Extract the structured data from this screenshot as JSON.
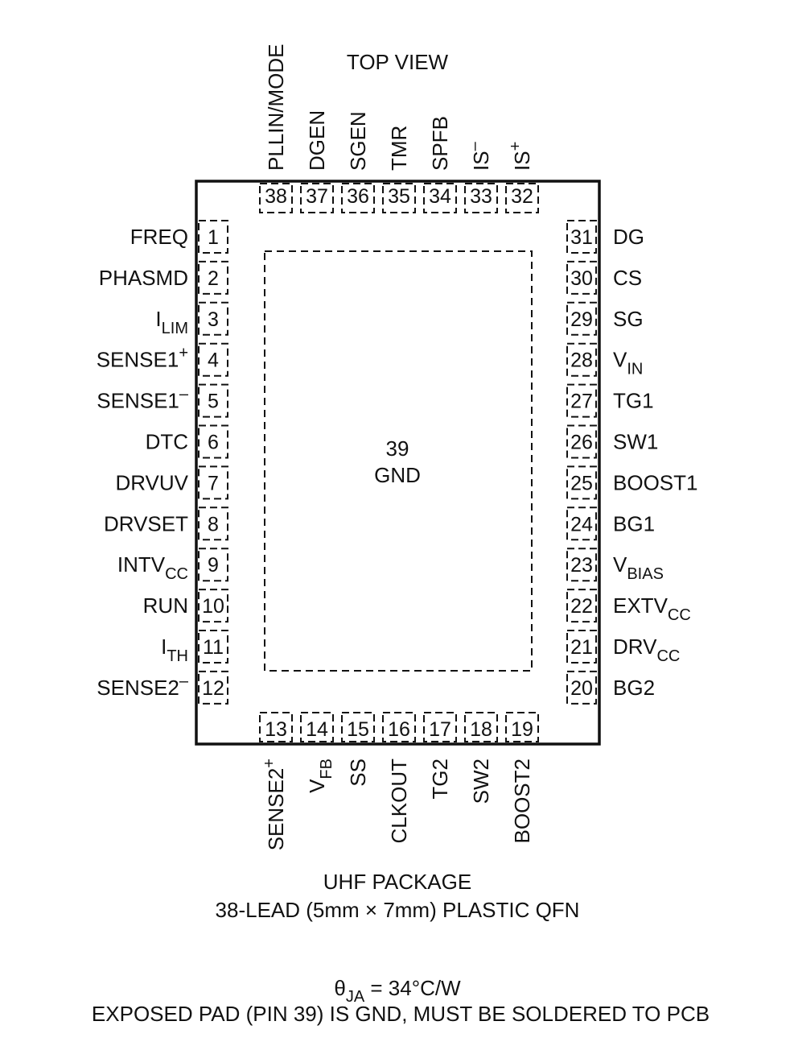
{
  "title": "TOP VIEW",
  "exposed_pad": {
    "number": "39",
    "name": "GND"
  },
  "pins": {
    "left": [
      {
        "num": "1",
        "name": "FREQ"
      },
      {
        "num": "2",
        "name": "PHASMD"
      },
      {
        "num": "3",
        "name": "I",
        "sub": "LIM"
      },
      {
        "num": "4",
        "name": "SENSE1",
        "sup": "+"
      },
      {
        "num": "5",
        "name": "SENSE1",
        "sup": "–"
      },
      {
        "num": "6",
        "name": "DTC"
      },
      {
        "num": "7",
        "name": "DRVUV"
      },
      {
        "num": "8",
        "name": "DRVSET"
      },
      {
        "num": "9",
        "name": "INTV",
        "sub": "CC"
      },
      {
        "num": "10",
        "name": "RUN"
      },
      {
        "num": "11",
        "name": "I",
        "sub": "TH"
      },
      {
        "num": "12",
        "name": "SENSE2",
        "sup": "–"
      }
    ],
    "right": [
      {
        "num": "31",
        "name": "DG"
      },
      {
        "num": "30",
        "name": "CS"
      },
      {
        "num": "29",
        "name": "SG"
      },
      {
        "num": "28",
        "name": "V",
        "sub": "IN"
      },
      {
        "num": "27",
        "name": "TG1"
      },
      {
        "num": "26",
        "name": "SW1"
      },
      {
        "num": "25",
        "name": "BOOST1"
      },
      {
        "num": "24",
        "name": "BG1"
      },
      {
        "num": "23",
        "name": "V",
        "sub": "BIAS"
      },
      {
        "num": "22",
        "name": "EXTV",
        "sub": "CC"
      },
      {
        "num": "21",
        "name": "DRV",
        "sub": "CC"
      },
      {
        "num": "20",
        "name": "BG2"
      }
    ],
    "top": [
      {
        "num": "38",
        "name": "PLLIN/MODE"
      },
      {
        "num": "37",
        "name": "DGEN"
      },
      {
        "num": "36",
        "name": "SGEN"
      },
      {
        "num": "35",
        "name": "TMR"
      },
      {
        "num": "34",
        "name": "SPFB"
      },
      {
        "num": "33",
        "name": "IS",
        "sup": "–"
      },
      {
        "num": "32",
        "name": "IS",
        "sup": "+"
      }
    ],
    "bottom": [
      {
        "num": "13",
        "name": "SENSE2",
        "sup": "+"
      },
      {
        "num": "14",
        "name": "V",
        "sub": "FB"
      },
      {
        "num": "15",
        "name": "SS"
      },
      {
        "num": "16",
        "name": "CLKOUT"
      },
      {
        "num": "17",
        "name": "TG2"
      },
      {
        "num": "18",
        "name": "SW2"
      },
      {
        "num": "19",
        "name": "BOOST2"
      }
    ]
  },
  "package": {
    "line1": "UHF PACKAGE",
    "line2": "38-LEAD (5mm × 7mm) PLASTIC QFN"
  },
  "thermal": {
    "symbol": "θ",
    "sub": "JA",
    "value": " = 34°C/W"
  },
  "note": "EXPOSED PAD (PIN 39) IS GND, MUST BE SOLDERED TO PCB"
}
